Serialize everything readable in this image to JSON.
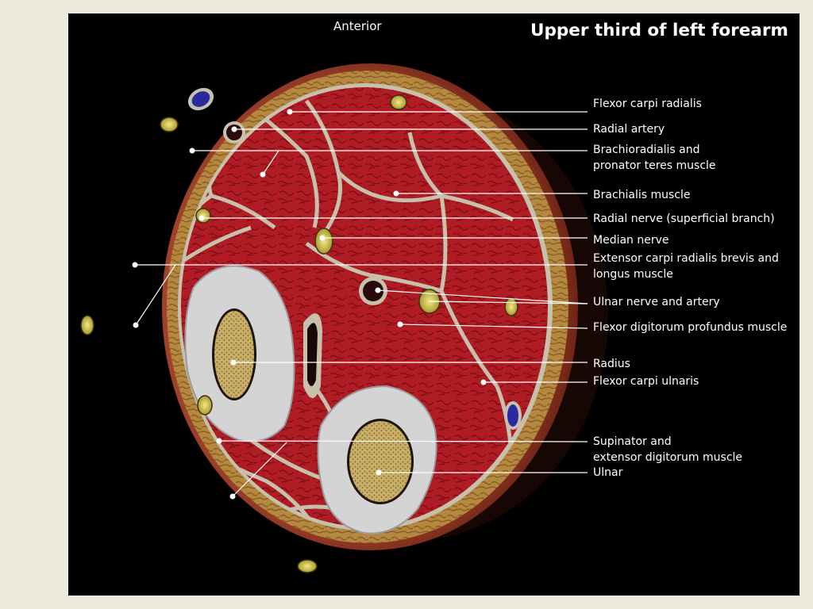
{
  "title": "Upper third of left forearm",
  "orientation_label": "Anterior",
  "labels": [
    {
      "id": "flexor-carpi-radialis",
      "text": "Flexor carpi radialis"
    },
    {
      "id": "radial-artery",
      "text": "Radial artery"
    },
    {
      "id": "brachioradialis",
      "text": "Brachioradialis and\npronator teres muscle"
    },
    {
      "id": "brachialis",
      "text": "Brachialis muscle"
    },
    {
      "id": "radial-nerve",
      "text": "Radial nerve (superficial branch)"
    },
    {
      "id": "median-nerve",
      "text": "Median nerve"
    },
    {
      "id": "extensor-carpi",
      "text": "Extensor carpi radialis brevis and\nlongus muscle"
    },
    {
      "id": "ulnar-nerve-artery",
      "text": "Ulnar nerve and artery"
    },
    {
      "id": "flexor-digitorum",
      "text": "Flexor digitorum profundus muscle"
    },
    {
      "id": "radius",
      "text": "Radius"
    },
    {
      "id": "flexor-carpi-ulnaris",
      "text": "Flexor carpi ulnaris"
    },
    {
      "id": "supinator",
      "text": "Supinator and\nextensor digitorum muscle"
    },
    {
      "id": "ulnar",
      "text": "Ulnar"
    }
  ],
  "colors": {
    "background": "#ecead9",
    "panel": "#000000",
    "skin": "#9c3a22",
    "fat": "#b5883f",
    "muscle": "#b01c24",
    "fascia": "#c7c0ad",
    "bone_cortex": "#d2d2d2",
    "bone_marrow": "#c6ad67",
    "vein": "#2a2aa0",
    "nerve": "#cdc14b",
    "label_text": "#ffffff"
  }
}
